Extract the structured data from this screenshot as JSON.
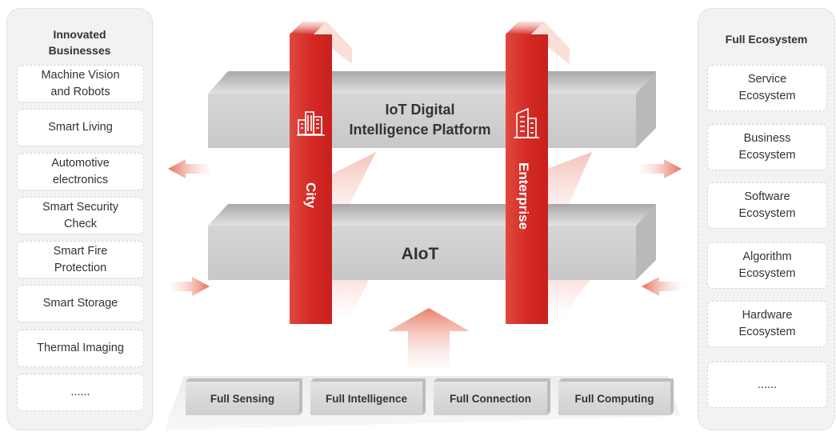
{
  "left_panel": {
    "title": "Innovated\nBusinesses",
    "items": [
      "Machine Vision\nand Robots",
      "Smart Living",
      "Automotive\nelectronics",
      "Smart Security\nCheck",
      "Smart Fire\nProtection",
      "Smart Storage",
      "Thermal Imaging",
      "......"
    ]
  },
  "right_panel": {
    "title": "Full Ecosystem",
    "items": [
      "Service\nEcosystem",
      "Business\nEcosystem",
      "Software\nEcosystem",
      "Algorithm\nEcosystem",
      "Hardware\nEcosystem",
      "......"
    ]
  },
  "center": {
    "iot_platform": "IoT Digital\nIntelligence Platform",
    "aiot": "AIoT",
    "city": "City",
    "enterprise": "Enterprise",
    "base": [
      "Full Sensing",
      "Full Intelligence",
      "Full Connection",
      "Full Computing"
    ]
  },
  "icons": {
    "city": "city-buildings-icon",
    "enterprise": "enterprise-building-icon"
  },
  "colors": {
    "accent": "#d9302e",
    "gray": "#d3d3d3",
    "text": "#333333"
  }
}
